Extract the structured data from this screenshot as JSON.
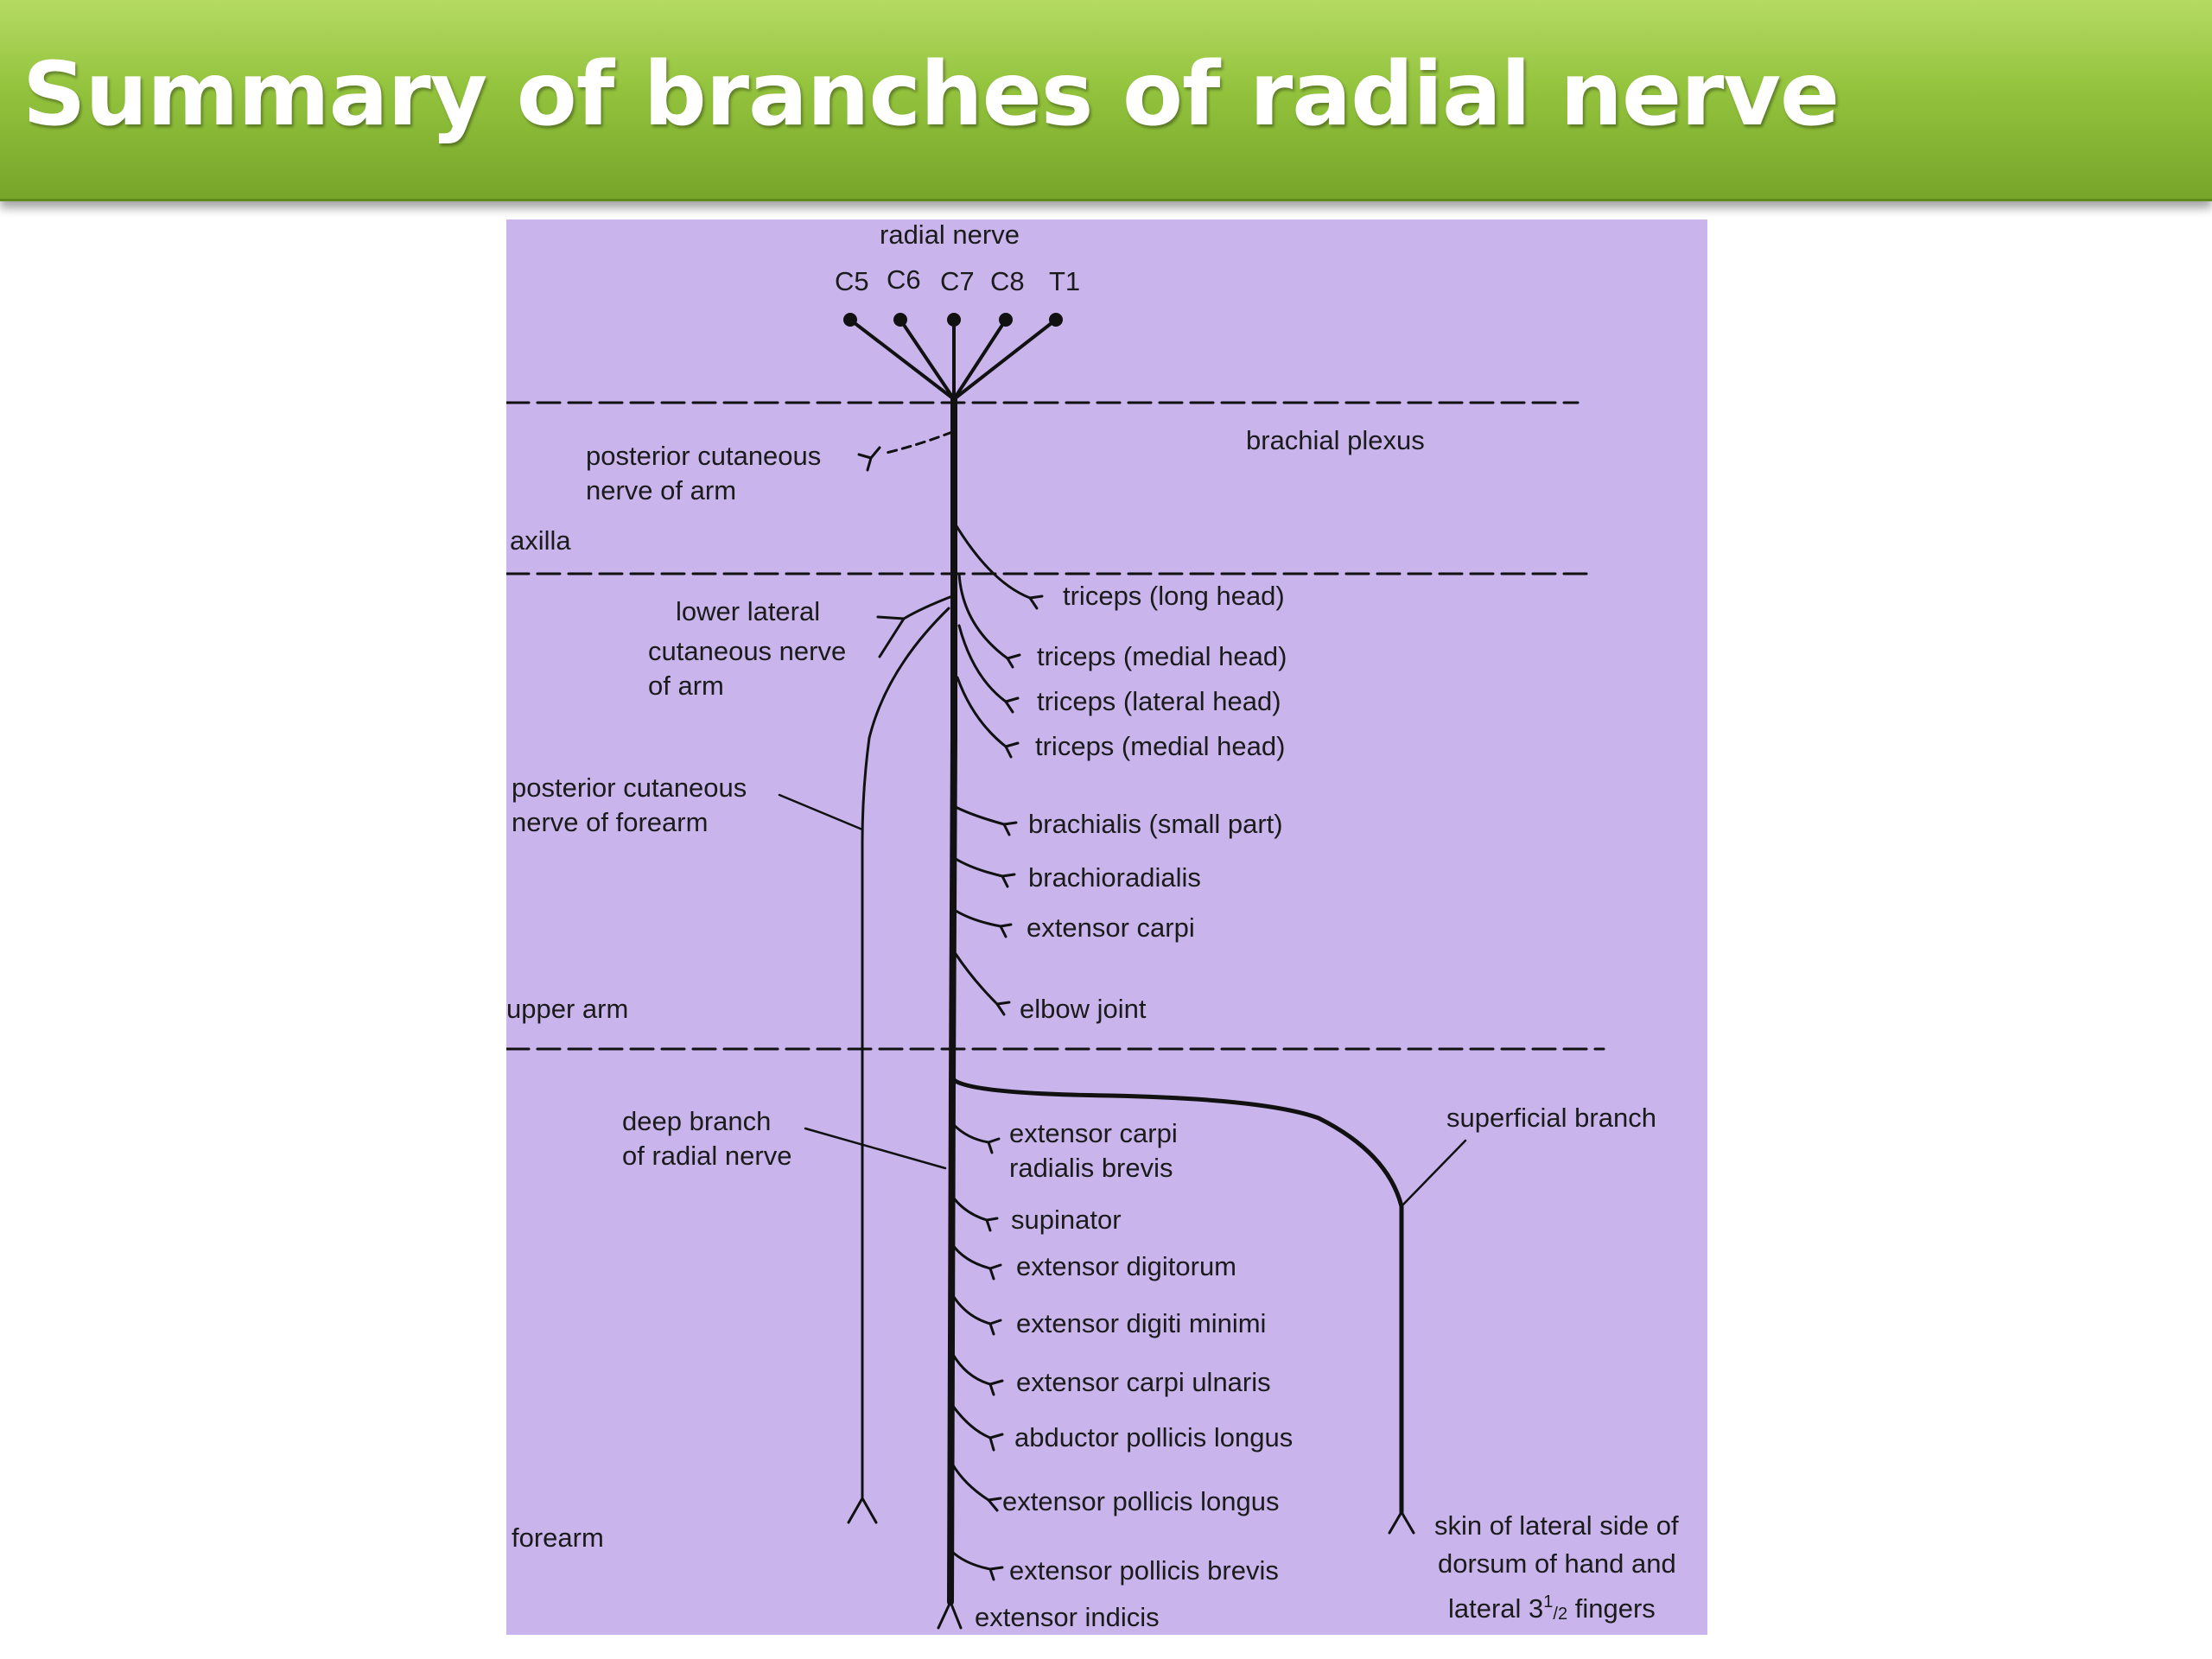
{
  "title": "Summary of branches of radial nerve",
  "diagram": {
    "root_label": "radial nerve",
    "roots": [
      "C5",
      "C6",
      "C7",
      "C8",
      "T1"
    ],
    "regions": {
      "brachial_plexus": "brachial plexus",
      "axilla": "axilla",
      "upper_arm": "upper arm",
      "forearm": "forearm"
    },
    "left_branches": {
      "posterior_cutaneous_arm": "posterior cutaneous\nnerve of arm",
      "lower_lateral_cutaneous_arm_1": "lower lateral",
      "lower_lateral_cutaneous_arm_2": "cutaneous nerve\nof arm",
      "posterior_cutaneous_forearm": "posterior cutaneous\nnerve of forearm",
      "deep_branch": "deep branch\nof radial nerve"
    },
    "muscle_branches": [
      "triceps (long head)",
      "triceps (medial head)",
      "triceps (lateral head)",
      "triceps (medial head)",
      "brachialis (small part)",
      "brachioradialis",
      "extensor carpi",
      "elbow joint",
      "extensor carpi\nradialis brevis",
      "supinator",
      "extensor digitorum",
      "extensor digiti minimi",
      "extensor carpi ulnaris",
      "abductor pollicis longus",
      "extensor pollicis longus",
      "extensor pollicis brevis",
      "extensor indicis"
    ],
    "superficial_branch": "superficial branch",
    "skin_target_1": "skin of lateral side of",
    "skin_target_2": "dorsum of hand and",
    "skin_target_3a": "lateral 3",
    "skin_target_3b": "1",
    "skin_target_3c": "/2",
    "skin_target_3d": " fingers"
  }
}
